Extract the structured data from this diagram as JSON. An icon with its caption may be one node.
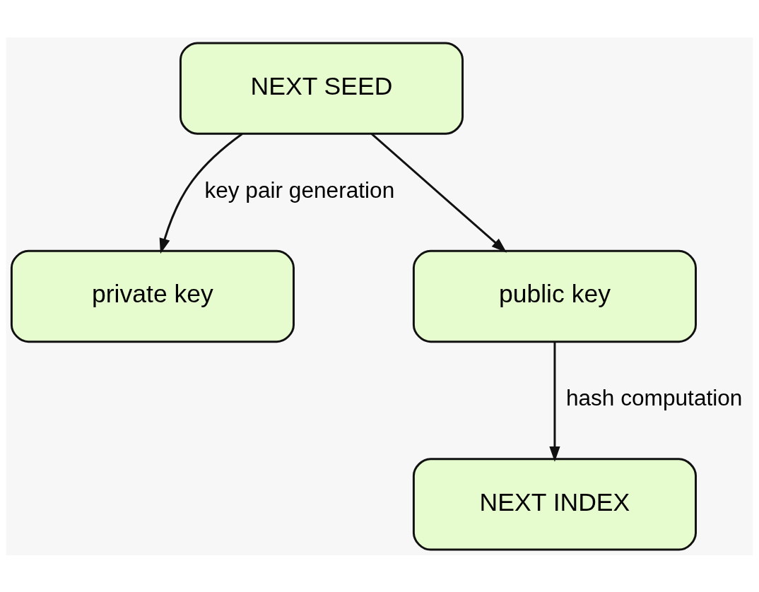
{
  "diagram": {
    "nodes": [
      {
        "text": [
          "NEXT SEED"
        ]
      },
      {
        "text": [
          "private key"
        ]
      },
      {
        "text": [
          "public key"
        ]
      },
      {
        "text": [
          "NEXT INDEX"
        ]
      }
    ],
    "edges": [
      {
        "from": 0,
        "to": 1,
        "arrow": "to",
        "label": "key pair generation"
      },
      {
        "from": 0,
        "to": 2,
        "arrow": "to"
      },
      {
        "from": 2,
        "to": 3,
        "arrow": "to",
        "label": "hash computation"
      }
    ]
  }
}
